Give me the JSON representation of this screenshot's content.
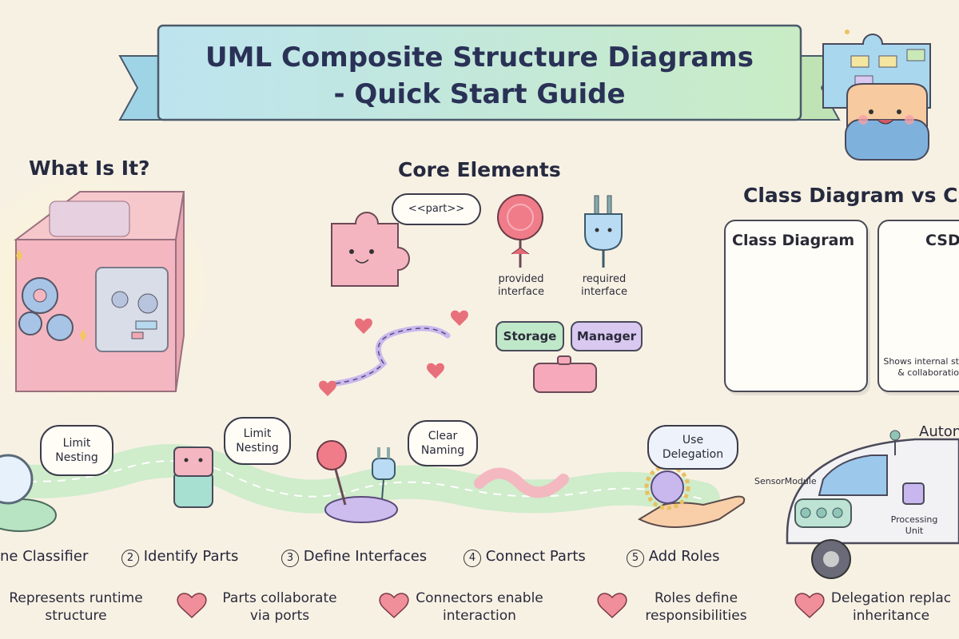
{
  "title": {
    "line1": "UML Composite Structure Diagrams",
    "line2": "- Quick Start Guide"
  },
  "sections": {
    "what_is_it": "What Is It?",
    "core_elements": "Core Elements",
    "comparison": "Class Diagram vs CSD"
  },
  "core_elements": {
    "part_bubble": "<<part>>",
    "provided_interface": [
      "provided",
      "interface"
    ],
    "required_interface": [
      "required",
      "interface"
    ],
    "storage": "Storage",
    "manager": "Manager"
  },
  "comparison": {
    "class_diagram": "Class Diagram",
    "csd": "CSD",
    "csd_caption": [
      "Shows internal st",
      "& collaboratio"
    ]
  },
  "path_bubbles": {
    "b1": [
      "Limit",
      "Nesting"
    ],
    "b2": [
      "Limit",
      "Nesting"
    ],
    "b3": [
      "Clear",
      "Naming"
    ],
    "b4": [
      "Use",
      "Delegation"
    ]
  },
  "steps": [
    {
      "label": "ne Classifier"
    },
    {
      "num": "2",
      "label": "Identify Parts"
    },
    {
      "num": "3",
      "label": "Define Interfaces"
    },
    {
      "num": "4",
      "label": "Connect Parts"
    },
    {
      "num": "5",
      "label": "Add Roles"
    }
  ],
  "car": {
    "heading": "Autono",
    "sensor_module": "SensorModule",
    "processing_unit": [
      "Processing",
      "Unit"
    ]
  },
  "benefits": [
    [
      "Represents runtime",
      "structure"
    ],
    [
      "Parts collaborate",
      "via ports"
    ],
    [
      "Connectors enable",
      "interaction"
    ],
    [
      "Roles define",
      "responsibilities"
    ],
    [
      "Delegation replac",
      "inheritance"
    ]
  ],
  "colors": {
    "background": "#f7f1e4",
    "banner": "#bfe6e6",
    "pink": "#f4b6c0",
    "mint": "#bfe8c8",
    "lavender": "#d9c8f0",
    "heart": "#e8707a",
    "path": "#cfeccb"
  }
}
